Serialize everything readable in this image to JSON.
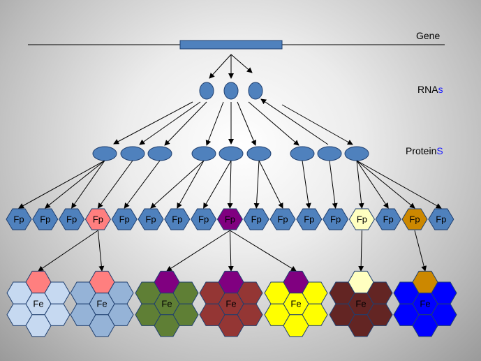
{
  "labels": {
    "gene": "Gene",
    "rnas_main": "RNA",
    "rnas_suffix": "s",
    "proteins_main": "Protein",
    "proteins_suffix": "S"
  },
  "fp_label": "Fp",
  "fe_label": "Fe",
  "colors": {
    "gene_bar": "#4f81bd",
    "node_blue": "#4f81bd",
    "node_stroke": "#1f3f6f",
    "arrow": "#000000",
    "highlight_blue": "#1a1aff"
  },
  "fp_row": [
    {
      "color": "#4f81bd"
    },
    {
      "color": "#4f81bd"
    },
    {
      "color": "#4f81bd"
    },
    {
      "color": "#ff7f7f"
    },
    {
      "color": "#4f81bd"
    },
    {
      "color": "#4f81bd"
    },
    {
      "color": "#4f81bd"
    },
    {
      "color": "#4f81bd"
    },
    {
      "color": "#800080"
    },
    {
      "color": "#4f81bd"
    },
    {
      "color": "#4f81bd"
    },
    {
      "color": "#4f81bd"
    },
    {
      "color": "#4f81bd"
    },
    {
      "color": "#ffffc0"
    },
    {
      "color": "#4f81bd"
    },
    {
      "color": "#cc8800"
    },
    {
      "color": "#4f81bd"
    }
  ],
  "fe_clusters": [
    {
      "top": "#ff7f7f",
      "body": "#c6d9f1"
    },
    {
      "top": "#ff7f7f",
      "body": "#95b3d7"
    },
    {
      "top": "#800080",
      "body": "#5f7f35"
    },
    {
      "top": "#800080",
      "body": "#943634"
    },
    {
      "top": "#800080",
      "body": "#ffff00"
    },
    {
      "top": "#ffffc0",
      "body": "#632523"
    },
    {
      "top": "#cc8800",
      "body": "#0000ff"
    }
  ]
}
